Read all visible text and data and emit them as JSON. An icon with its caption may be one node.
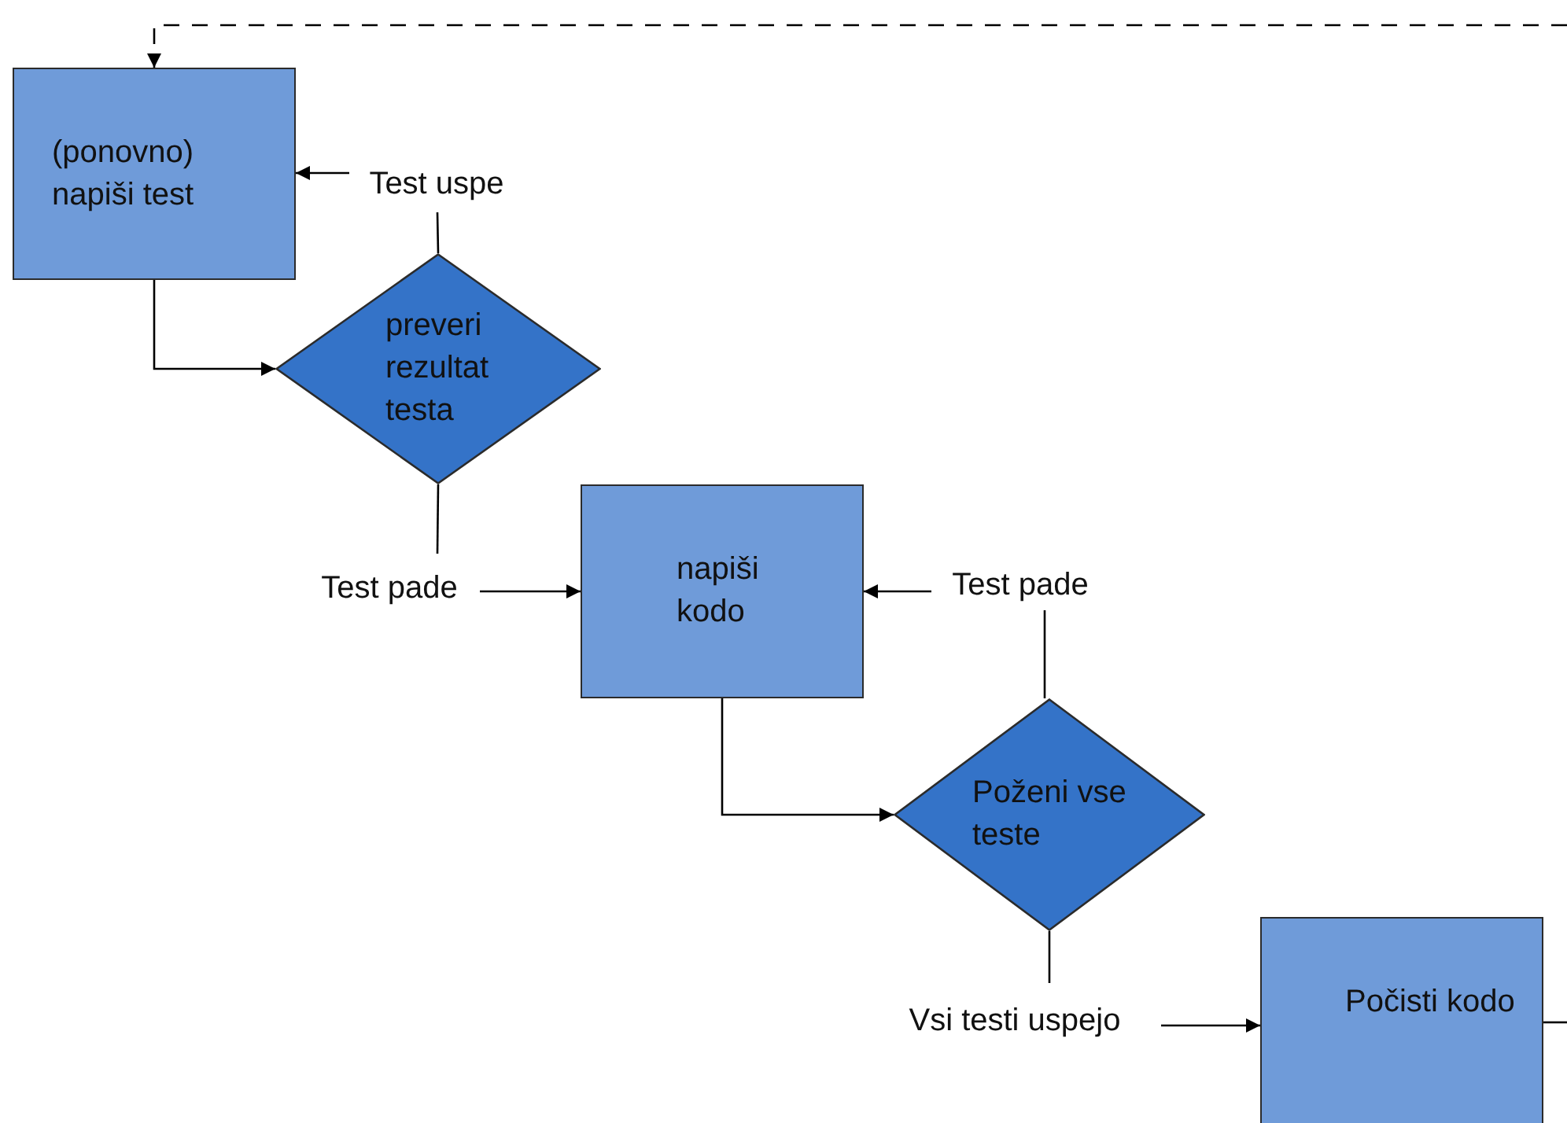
{
  "diagram": {
    "nodes": [
      {
        "text": [
          "(ponovno) napiši test"
        ]
      },
      {
        "text": [
          "preveri rezultat testa"
        ]
      },
      {
        "text": [
          "Test uspe"
        ]
      },
      {
        "text": [
          "Test pade"
        ]
      },
      {
        "text": [
          "napiši kodo"
        ]
      },
      {
        "text": [
          "Test pade"
        ]
      },
      {
        "text": [
          "Poženi vse teste"
        ]
      },
      {
        "text": [
          "Vsi testi uspejo"
        ]
      },
      {
        "text": [
          "Počisti kodo"
        ]
      }
    ],
    "edges": [
      {
        "from": 0,
        "to": 1,
        "arrow": "to"
      },
      {
        "from": 1,
        "to": 2,
        "arrow": "none"
      },
      {
        "from": 2,
        "to": 0,
        "arrow": "to"
      },
      {
        "from": 1,
        "to": 3,
        "arrow": "none"
      },
      {
        "from": 3,
        "to": 4,
        "arrow": "to"
      },
      {
        "from": 4,
        "to": 6,
        "arrow": "to"
      },
      {
        "from": 6,
        "to": 5,
        "arrow": "none"
      },
      {
        "from": 5,
        "to": 4,
        "arrow": "to"
      },
      {
        "from": 6,
        "to": 7,
        "arrow": "none"
      },
      {
        "from": 7,
        "to": 8,
        "arrow": "to"
      },
      {
        "from": 8,
        "to": null,
        "arrow": "none"
      },
      {
        "from": null,
        "to": 0,
        "arrow": "to",
        "style": "dashed"
      }
    ]
  }
}
